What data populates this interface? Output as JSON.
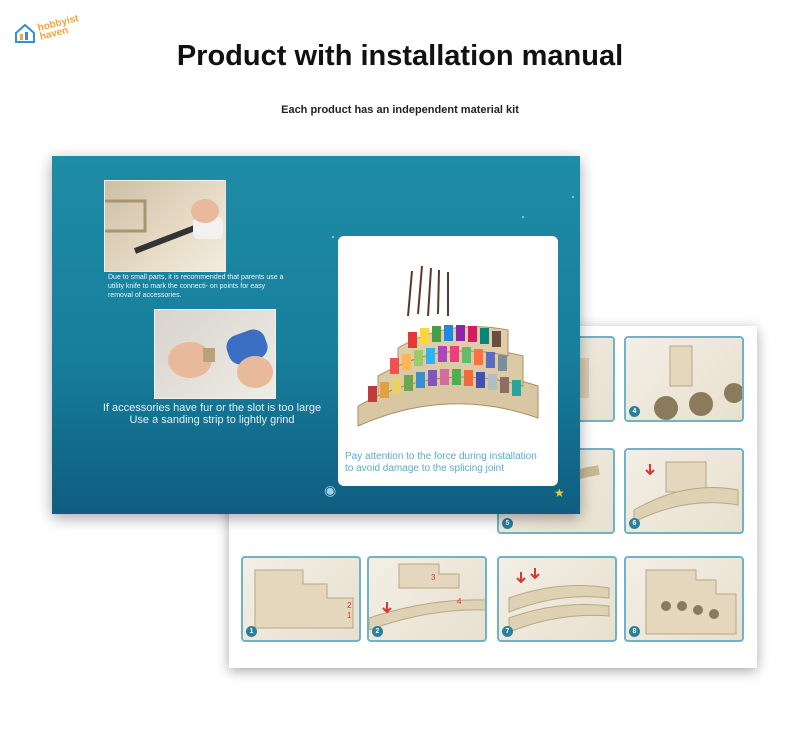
{
  "logo": {
    "line1": "hobbyist",
    "line2": "haven"
  },
  "header": {
    "title": "Product with installation manual",
    "subtitle": "Each product has an independent material kit"
  },
  "card": {
    "note_small": "Due to small parts, it is recommended that parents use a utility knife to mark the connecti- on points for easy removal of accessories.",
    "note_mid_line1": "If accessories have fur or the slot is too large",
    "note_mid_line2": "Use a sanding strip to lightly grind",
    "caption_line1": "Pay attention to the force during installation",
    "caption_line2": "to avoid damage to the splicing joint"
  },
  "manual": {
    "steps": [
      {
        "num": "1"
      },
      {
        "num": "2"
      },
      {
        "num": "4"
      },
      {
        "num": "5"
      },
      {
        "num": "6"
      },
      {
        "num": "7"
      },
      {
        "num": "8"
      }
    ],
    "step1_marks": [
      "2",
      "1"
    ],
    "step2_marks": [
      "3",
      "4"
    ]
  },
  "colors": {
    "accent": "#1a86a3",
    "logo": "#f4a23a",
    "tile_border": "#6fb3c8"
  }
}
